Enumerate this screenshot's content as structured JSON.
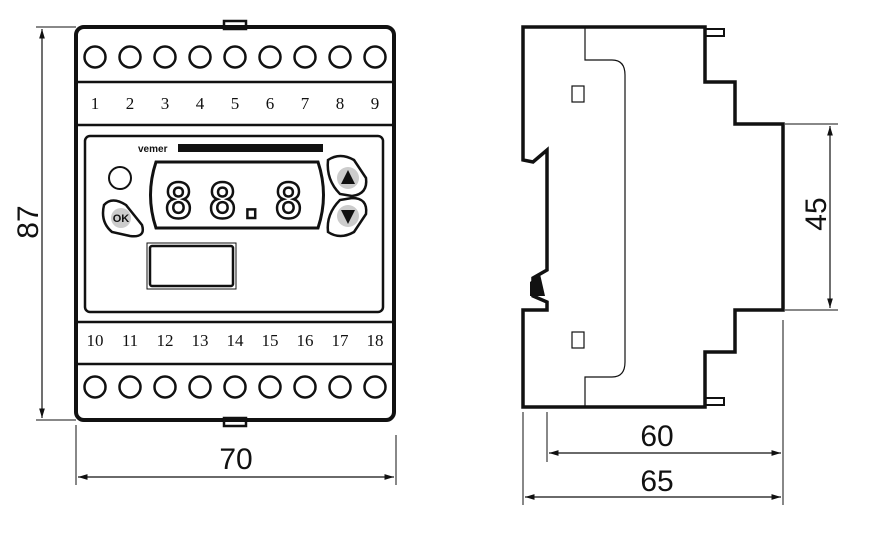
{
  "front_view": {
    "brand": "vemer",
    "display_digits": [
      "8",
      "8.",
      "8"
    ],
    "ok_button": "OK",
    "up_button_icon": "triangle-up-icon",
    "down_button_icon": "triangle-down-icon",
    "top_terminals": [
      "1",
      "2",
      "3",
      "4",
      "5",
      "6",
      "7",
      "8",
      "9"
    ],
    "bottom_terminals": [
      "10",
      "11",
      "12",
      "13",
      "14",
      "15",
      "16",
      "17",
      "18"
    ]
  },
  "dimensions": {
    "height": "87",
    "width": "70",
    "rail_height": "45",
    "depth_body": "60",
    "depth_total": "65"
  }
}
